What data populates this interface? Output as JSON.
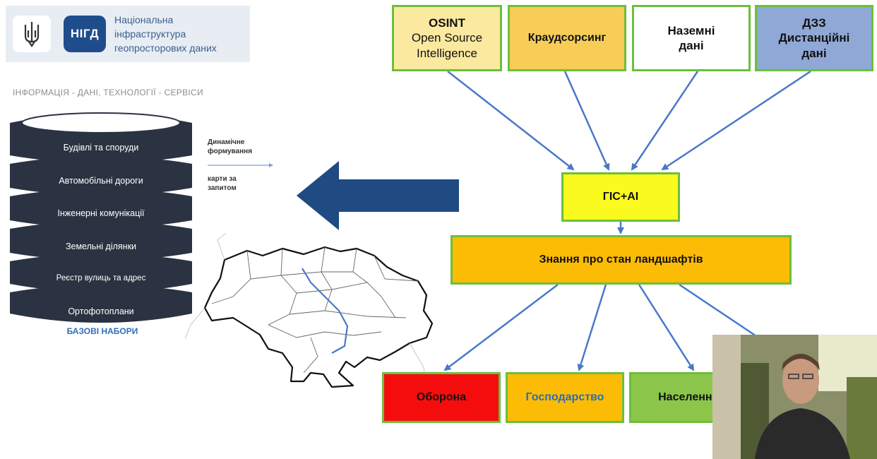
{
  "header": {
    "badge": "НІГД",
    "org_name_lines": [
      "Національна",
      "інфраструктура",
      "геопросторових даних"
    ]
  },
  "subtitle": "ІНФОРМАЦІЯ - ДАНІ, ТЕХНОЛОГІЇ - СЕРВІСИ",
  "stack_layers": [
    "Будівлі та споруди",
    "Автомобільні дороги",
    "Інженерні комунікації",
    "Земельні ділянки",
    "Реєстр вулиць та адрес",
    "Ортофотоплани"
  ],
  "base_sets_label": "БАЗОВІ НАБОРИ",
  "dynamic_note": {
    "line1": "Динамічне",
    "line2": "формування",
    "line3": "карти за",
    "line4": "запитом"
  },
  "sources": {
    "osint_title": "OSINT",
    "osint_sub1": "Open Source",
    "osint_sub2": "Intelligence",
    "crowd": "Краудсорсинг",
    "ground_line1": "Наземні",
    "ground_line2": "дані",
    "dzz_line1": "ДЗЗ",
    "dzz_line2": "Дистанційні",
    "dzz_line3": "дані"
  },
  "gis": "ГІС+AI",
  "knowledge": "Знання про стан ландшафтів",
  "outputs": {
    "defense": "Оборона",
    "economy": "Господарство",
    "population": "Населення"
  },
  "colors": {
    "box_border": "#6cbf3a",
    "arrow_blue": "#4a78c8",
    "big_arrow": "#1f4a82",
    "disk_dark": "#2b3342"
  }
}
